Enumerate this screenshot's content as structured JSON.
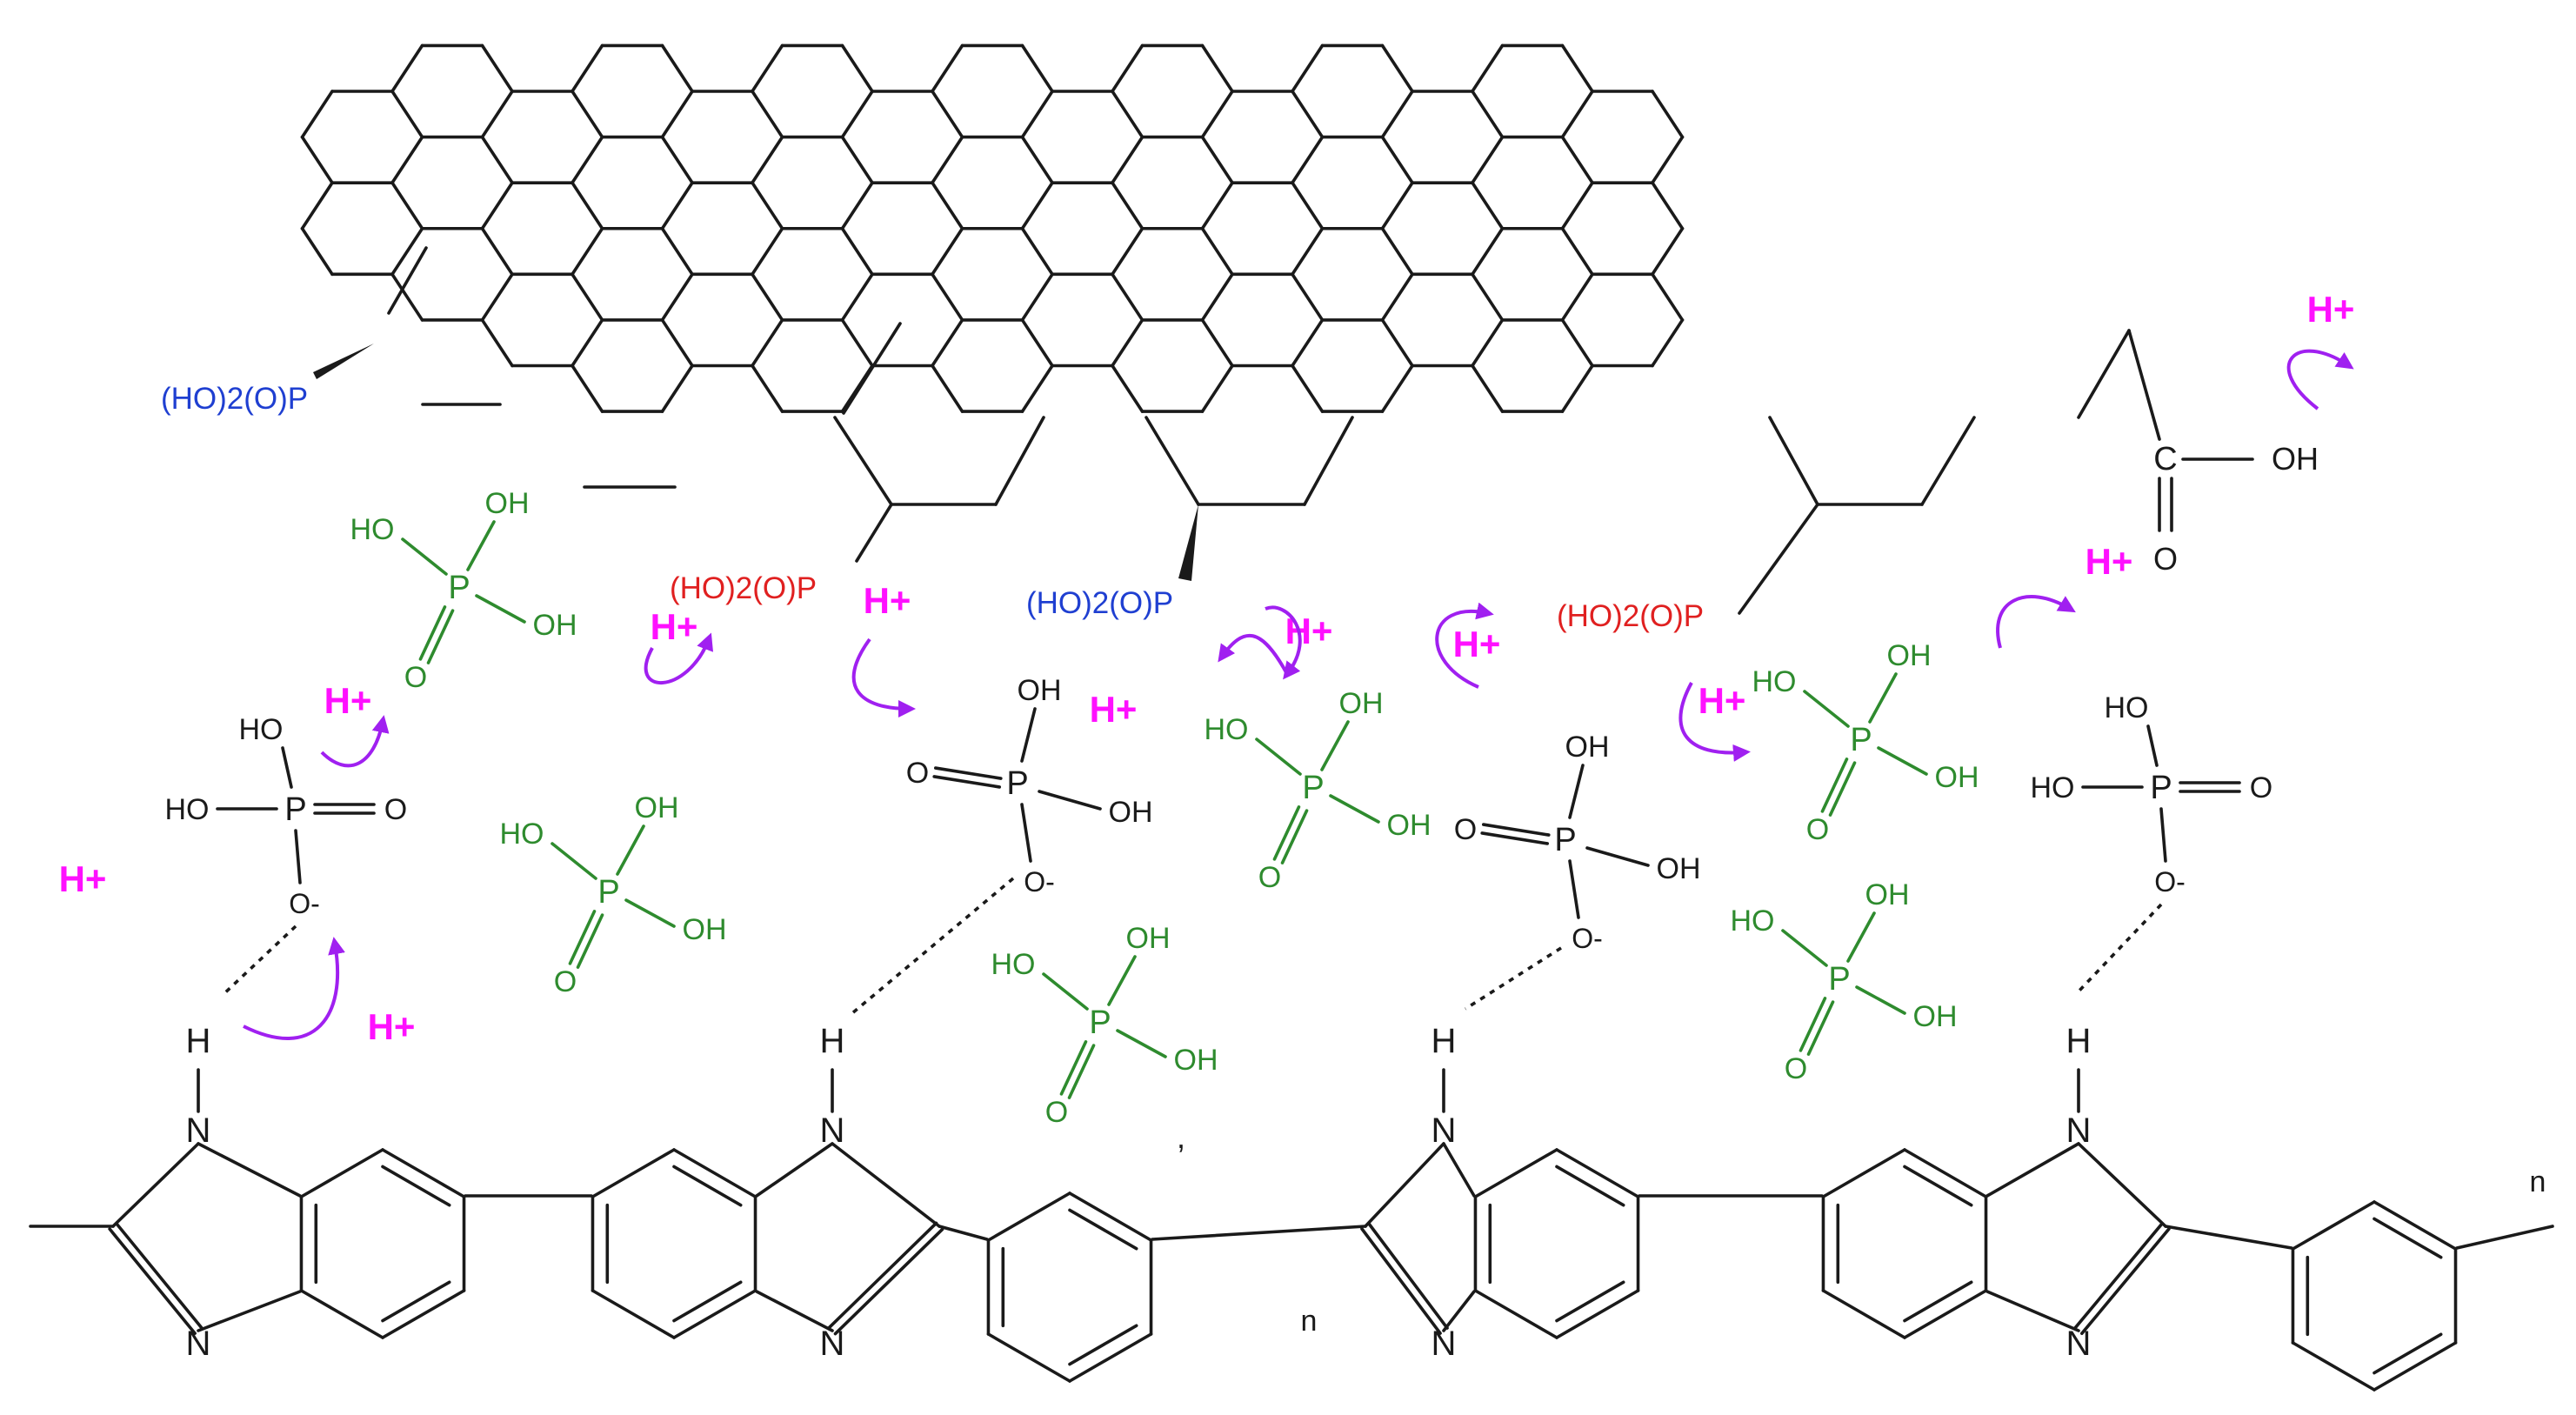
{
  "colors": {
    "bond": "#1a1a1a",
    "phosphonic_blue": "#1f3fd1",
    "phosphonic_red": "#e02020",
    "phosphoric_acid": "#2e8b2e",
    "proton": "#ff10ff",
    "arrow": "#a020f0",
    "background": "#ffffff"
  },
  "labels": {
    "phosphonic_group": "(HO)2(O)P",
    "proton": "H+",
    "hydroxyl": "OH",
    "hydroxyl_left": "HO",
    "phosphorus": "P",
    "oxygen": "O",
    "oxide_anion": "O-",
    "carbon": "C",
    "nitrogen": "N",
    "hydrogen": "H",
    "repeat_unit": "n",
    "separator": ","
  }
}
